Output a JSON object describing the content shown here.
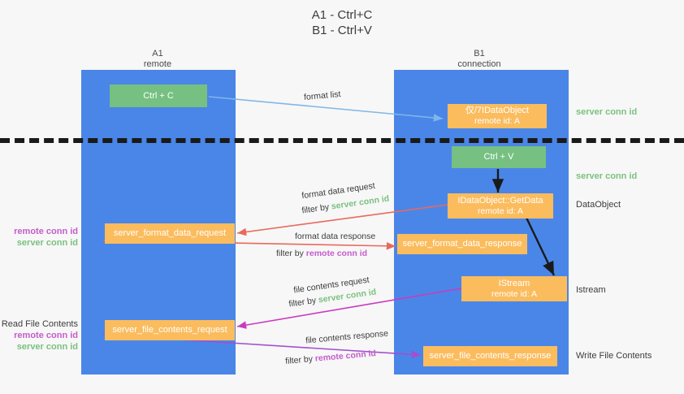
{
  "title": {
    "line1": "A1 - Ctrl+C",
    "line2": "B1 - Ctrl+V"
  },
  "columns": [
    {
      "name": "A1",
      "sub": "remote"
    },
    {
      "name": "B1",
      "sub": "connection"
    }
  ],
  "nodes": {
    "ctrl_c": "Ctrl + C",
    "ctrl_v": "Ctrl + V",
    "idataobject_top_l1": "仅/7IDataObject",
    "idataobject_top_l2": "remote id: A",
    "getdata_l1": "IDataObject::GetData",
    "getdata_l2": "remote id: A",
    "istream_l1": "IStream",
    "istream_l2": "remote id: A",
    "server_format_data_request": "server_format_data_request",
    "server_format_data_response": "server_format_data_response",
    "server_file_contents_request": "server_file_contents_request",
    "server_file_contents_response": "server_file_contents_response"
  },
  "right_labels": {
    "server_conn_id_top": "server conn id",
    "server_conn_id_mid": "server conn id",
    "dataobject": "DataObject",
    "istream": "Istream",
    "write_file_contents": "Write File Contents"
  },
  "left_labels": {
    "format_group": {
      "remote": "remote conn id",
      "server": "server conn id"
    },
    "read_file_title": "Read File Contents",
    "read_file_group": {
      "remote": "remote conn id",
      "server": "server conn id"
    }
  },
  "annotations": {
    "format_list": "format list",
    "format_data_request": "format data request",
    "format_data_request_filter_prefix": "filter by ",
    "format_data_request_filter_key": "server conn id",
    "format_data_response": "format data response",
    "format_data_response_filter_prefix": "filter by ",
    "format_data_response_filter_key": "remote conn id",
    "file_contents_request": "file contents request",
    "file_contents_request_filter_prefix": "filter by ",
    "file_contents_request_filter_key": "server conn id",
    "file_contents_response": "file contents response",
    "file_contents_response_filter_prefix": "filter by ",
    "file_contents_response_filter_key": "remote conn id"
  },
  "colors": {
    "lane": "#4a86e8",
    "node_orange": "#fbbc5e",
    "node_green": "#76c082",
    "server_conn": "#7ac17f",
    "remote_conn": "#c45ccb",
    "arrow_blue": "#7eb6e8",
    "arrow_red": "#e8695c",
    "arrow_magenta": "#c93bbf",
    "arrow_purple": "#a24fd0",
    "arrow_black": "#1a1a1a"
  }
}
